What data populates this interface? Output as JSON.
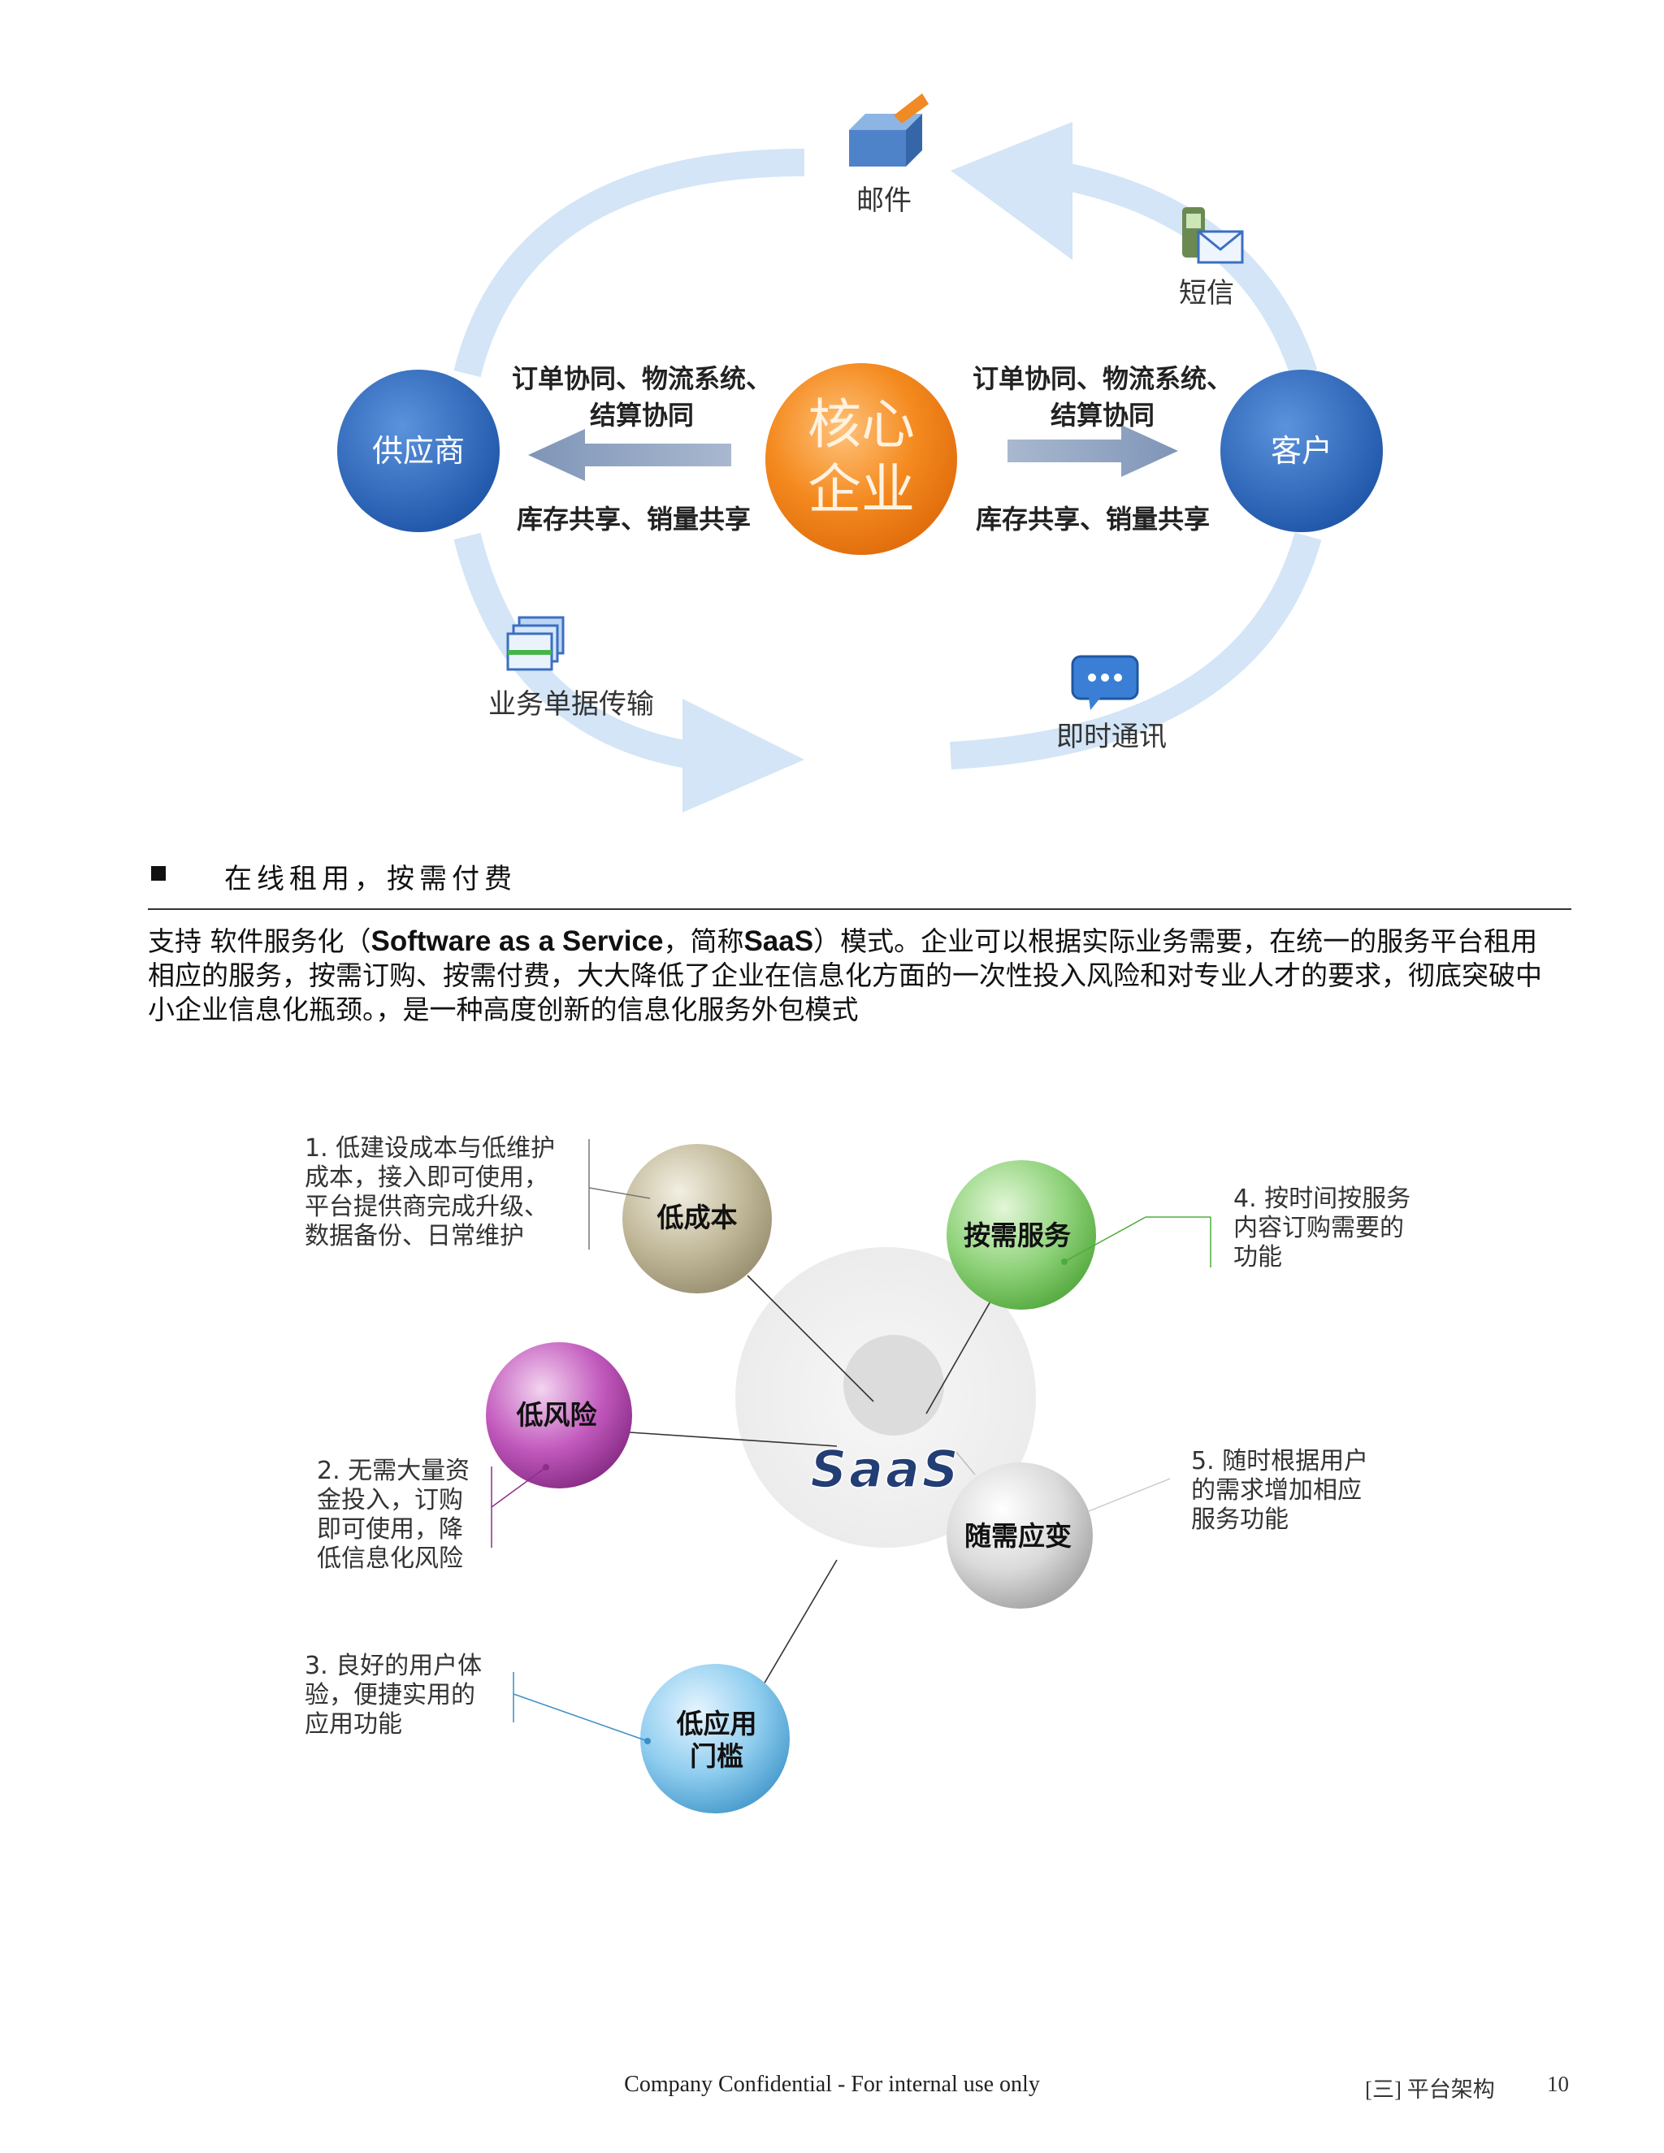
{
  "diagram1": {
    "center_line1": "核心",
    "center_line2": "企业",
    "left_node": "供应商",
    "right_node": "客户",
    "left_top_line1": "订单协同、物流系统、",
    "left_top_line2": "结算协同",
    "left_bottom": "库存共享、销量共享",
    "right_top_line1": "订单协同、物流系统、",
    "right_top_line2": "结算协同",
    "right_bottom": "库存共享、销量共享",
    "channel_mail": "邮件",
    "channel_sms": "短信",
    "channel_docs": "业务单据传输",
    "channel_im": "即时通讯"
  },
  "section": {
    "title": "在线租用，按需付费"
  },
  "paragraph": {
    "part1": "支持 软件服务化（",
    "bold1": "Software as a Service",
    "part2": "，简称",
    "bold2": "SaaS",
    "part3": "）模式。企业可以根据实际业务需要，在统一的服务平台租用相应的服务，按需订购、按需付费，大大降低了企业在信息化方面的一次性投入风险和对专业人才的要求，彻底突破中小企业信息化瓶颈。，是一种高度创新的信息化服务外包模式"
  },
  "diagram2": {
    "center": "SaaS",
    "nodes": {
      "low_cost": "低成本",
      "on_demand": "按需服务",
      "low_risk": "低风险",
      "adaptive": "随需应变",
      "low_threshold_line1": "低应用",
      "low_threshold_line2": "门槛"
    },
    "callouts": {
      "c1": [
        "1. 低建设成本与低维护",
        "成本，接入即可使用，",
        "平台提供商完成升级、",
        "数据备份、日常维护"
      ],
      "c2": [
        "2. 无需大量资",
        "金投入，订购",
        "即可使用，降",
        "低信息化风险"
      ],
      "c3": [
        "3. 良好的用户体",
        "验，便捷实用的",
        "应用功能"
      ],
      "c4": [
        "4. 按时间按服务",
        "内容订购需要的",
        "功能"
      ],
      "c5": [
        "5. 随时根据用户",
        "的需求增加相应",
        "服务功能"
      ]
    }
  },
  "footer": {
    "confidential": "Company Confidential - For internal use only",
    "section": "[三] 平台架构",
    "page": "10"
  },
  "colors": {
    "node_blue": "#2f6ec6",
    "center_orange": "#f28a1e",
    "ring_light_blue": "#cfe3f5"
  }
}
